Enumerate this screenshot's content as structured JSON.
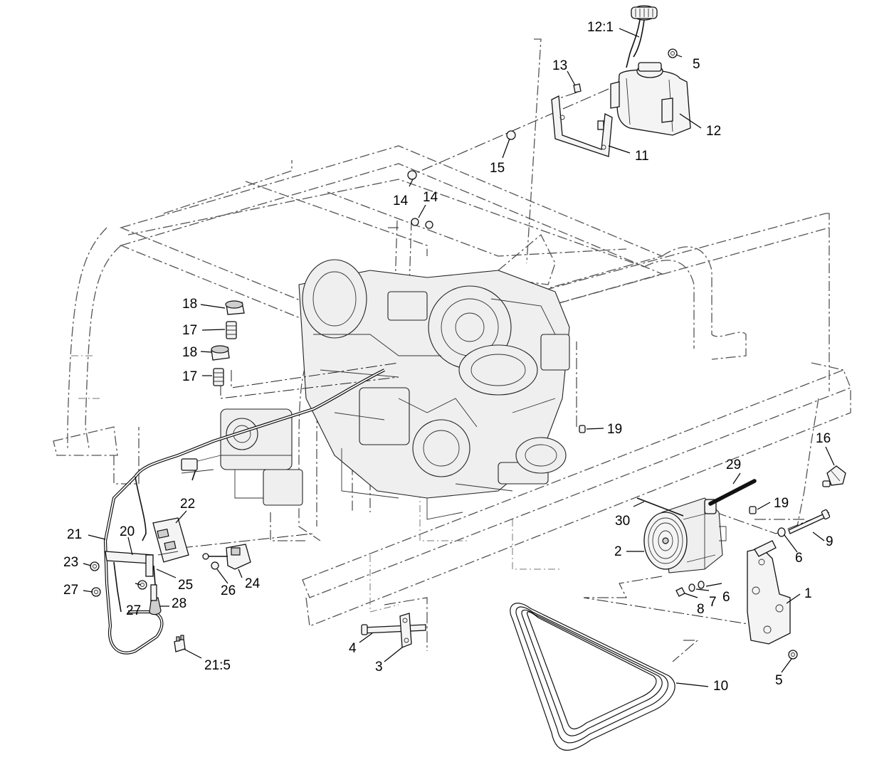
{
  "callouts": {
    "c1": "1",
    "c2": "2",
    "c3": "3",
    "c4": "4",
    "c5_top": "5",
    "c5_bottom": "5",
    "c6_upper": "6",
    "c6_lower": "6",
    "c7": "7",
    "c8": "8",
    "c9": "9",
    "c10": "10",
    "c11": "11",
    "c12": "12",
    "c12_1": "12:1",
    "c13": "13",
    "c14_a": "14",
    "c14_b": "14",
    "c15": "15",
    "c16": "16",
    "c17_upper": "17",
    "c17_lower": "17",
    "c18_upper": "18",
    "c18_lower": "18",
    "c19_upper": "19",
    "c19_lower": "19",
    "c20": "20",
    "c21": "21",
    "c21_5": "21:5",
    "c22": "22",
    "c23": "23",
    "c24": "24",
    "c25": "25",
    "c26": "26",
    "c27_left": "27",
    "c27_right": "27",
    "c28": "28",
    "c29": "29",
    "c30": "30"
  },
  "colors": {
    "line": "#111111",
    "frame": "#555555",
    "background": "#ffffff"
  }
}
